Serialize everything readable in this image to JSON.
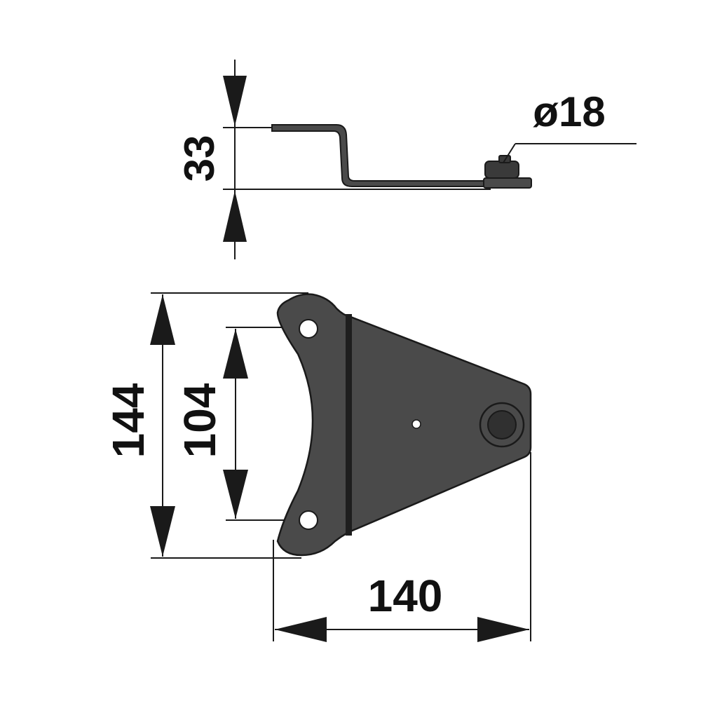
{
  "dimensions": {
    "height_side_view": "33",
    "pin_diameter": "ø18",
    "overall_height": "144",
    "hole_spacing": "104",
    "overall_width": "140"
  },
  "colors": {
    "part_fill": "#4a4a4a",
    "part_stroke": "#1a1a1a",
    "line": "#1a1a1a",
    "hole_fill": "#ffffff",
    "pin_fill": "#3a3a3a"
  }
}
